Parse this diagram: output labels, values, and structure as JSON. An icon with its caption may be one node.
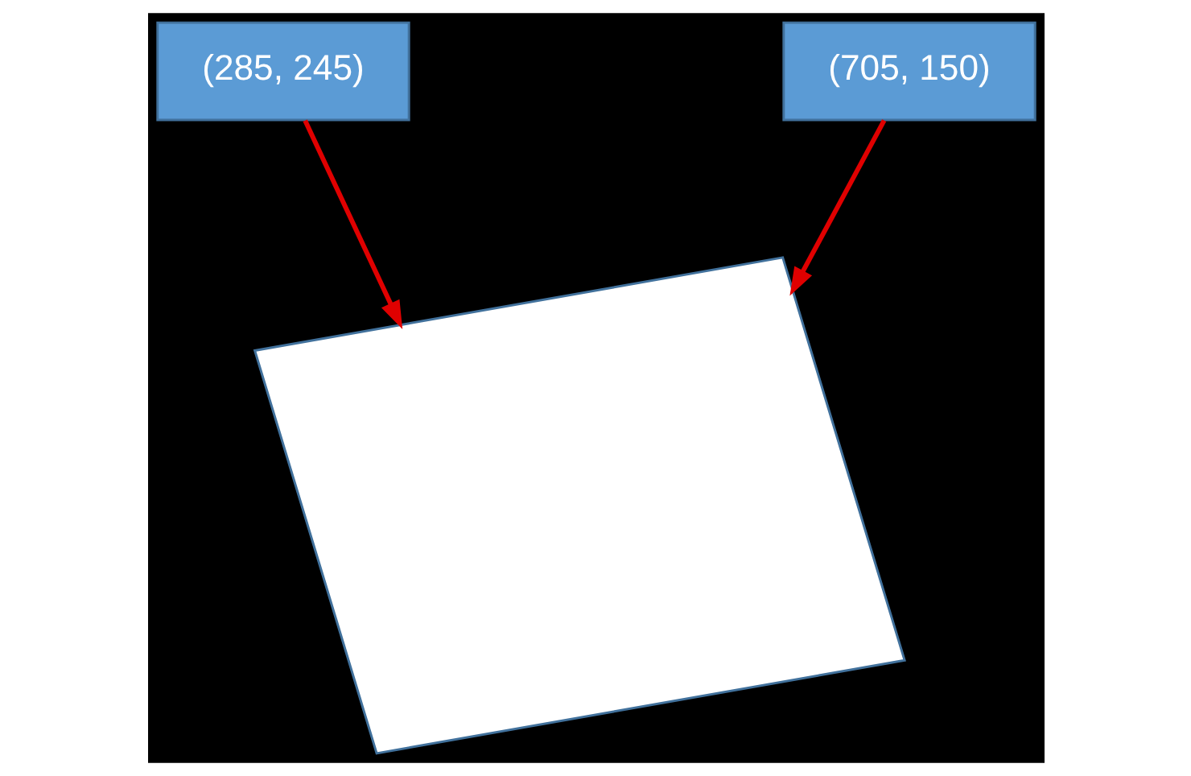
{
  "diagram": {
    "nodes": [
      {
        "text": [
          "(285, 245)"
        ]
      },
      {
        "text": [
          "(705, 150)"
        ]
      },
      {
        "text": [],
        "shape": "box"
      }
    ],
    "edges": [
      {
        "from": 0,
        "to": 2,
        "arrow": "to"
      },
      {
        "from": 1,
        "to": 2,
        "arrow": "to"
      }
    ]
  }
}
